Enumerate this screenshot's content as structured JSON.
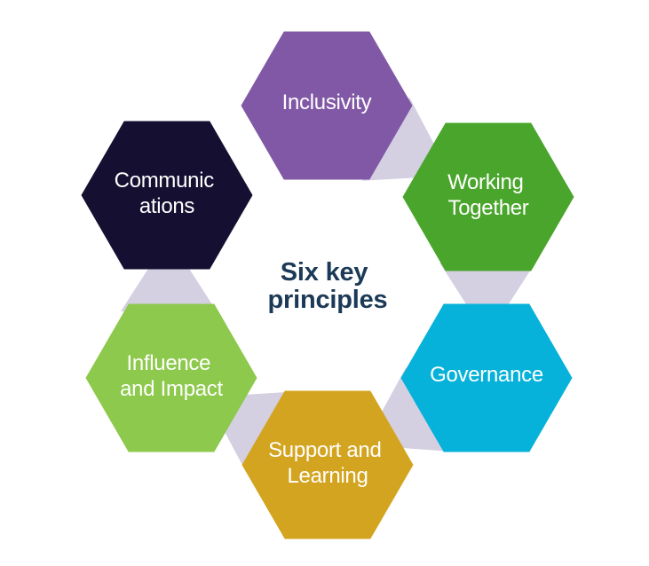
{
  "page": {
    "background_color": "#FFFFFF"
  },
  "title": {
    "text": "Six key principles",
    "lines": [
      "Six key",
      "principles"
    ],
    "color": "#1C3A57"
  },
  "diagram": {
    "type": "hexagon-cycle",
    "connector_color": "#D5CFE2",
    "principles": [
      {
        "label": "Inclusivity",
        "lines": [
          "Inclusivity"
        ],
        "color": "#8158A6",
        "text_color": "#FFFFFF",
        "position": "top"
      },
      {
        "label": "Working Together",
        "lines": [
          "Working",
          "Together"
        ],
        "color": "#4AA52C",
        "text_color": "#FFFFFF",
        "position": "upper-right"
      },
      {
        "label": "Governance",
        "lines": [
          "Governance"
        ],
        "color": "#06B2D9",
        "text_color": "#FFFFFF",
        "position": "lower-right"
      },
      {
        "label": "Support and Learning",
        "lines": [
          "Support and",
          "Learning"
        ],
        "color": "#D3A41F",
        "text_color": "#FFFFFF",
        "position": "bottom"
      },
      {
        "label": "Influence and Impact",
        "lines": [
          "Influence",
          "and Impact"
        ],
        "color": "#8DC94C",
        "text_color": "#FFFFFF",
        "position": "lower-left"
      },
      {
        "label": "Communications",
        "lines": [
          "Communic",
          "ations"
        ],
        "color": "#150F31",
        "text_color": "#FFFFFF",
        "position": "upper-left"
      }
    ]
  }
}
